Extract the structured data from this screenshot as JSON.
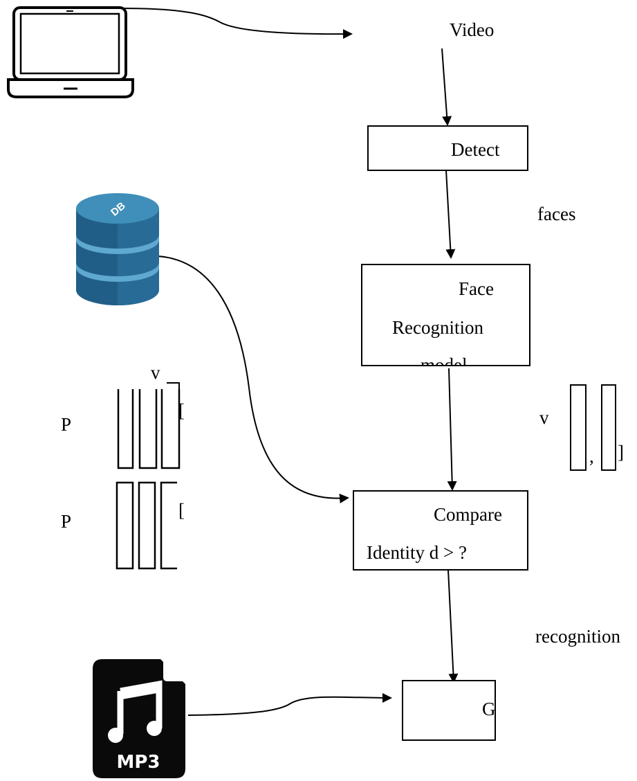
{
  "labels": {
    "video": "Video",
    "detect": "Detect",
    "faces": "faces",
    "face_model_line1": "Face",
    "face_model_line2": "Recognition",
    "face_model_line3": "model",
    "compare_line1": "Compare",
    "compare_line2": "Identity d > ?",
    "recognition": "recognition",
    "g_box": "G",
    "v_left": "v",
    "v_right": "v",
    "p_top": "P",
    "p_bottom": "P",
    "bracket_open": "[",
    "bracket_close": "]",
    "comma": ",",
    "db_text": "DB",
    "mp3_text": "MP3"
  },
  "icons": {
    "laptop": "laptop-icon",
    "database": "database-icon",
    "mp3_file": "mp3-file-icon"
  },
  "colors": {
    "db_dark": "#215e87",
    "db_light": "#3f8fba",
    "db_top": "#5fa8cf",
    "stroke": "#000000"
  }
}
